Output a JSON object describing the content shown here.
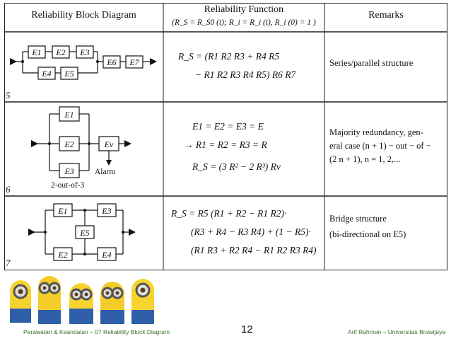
{
  "header": {
    "col1": "Reliability Block Diagram",
    "col2": "Reliability Function",
    "col2_sub": "(R_S = R_S0 (t);  R_i = R_i (t),  R_i (0) = 1 )",
    "col3": "Remarks"
  },
  "rows": [
    {
      "number": "5",
      "blocks": [
        "E1",
        "E2",
        "E3",
        "E4",
        "E5",
        "E6",
        "E7"
      ],
      "function_lines": [
        "R_S = (R1 R2 R3 + R4 R5",
        "− R1 R2 R3 R4 R5) R6 R7"
      ],
      "remarks": [
        "Series/parallel structure"
      ]
    },
    {
      "number": "6",
      "blocks": [
        "E1",
        "E2",
        "E3",
        "Ev"
      ],
      "diagram_labels": [
        "Alarm",
        "2-out-of-3"
      ],
      "function_lines": [
        "E1 = E2 = E3 = E",
        "→ R1 = R2 = R3 = R",
        "R_S = (3 R² − 2 R³) Rv"
      ],
      "remarks": [
        "Majority redundancy, gen-",
        "eral case (n + 1) − out − of −",
        "(2 n + 1),   n = 1, 2,..."
      ]
    },
    {
      "number": "7",
      "blocks": [
        "E1",
        "E3",
        "E5",
        "E2",
        "E4"
      ],
      "function_lines": [
        "R_S = R5 (R1 + R2 − R1 R2)·",
        "(R3 + R4 − R3 R4) + (1 − R5)·",
        "(R1 R3 + R2 R4 − R1 R2 R3 R4)"
      ],
      "remarks": [
        "Bridge structure",
        "(bi-directional on E5)"
      ]
    }
  ],
  "footer": {
    "left": "Perawatan & Keandalan – 07 Reliability Block Diagram",
    "page": "12",
    "right": "Arif Rahman – Universitas Brawijaya"
  },
  "colors": {
    "footer_text": "#3a6e2a",
    "minion_yellow": "#f7d330",
    "minion_blue": "#2f5fa8"
  }
}
